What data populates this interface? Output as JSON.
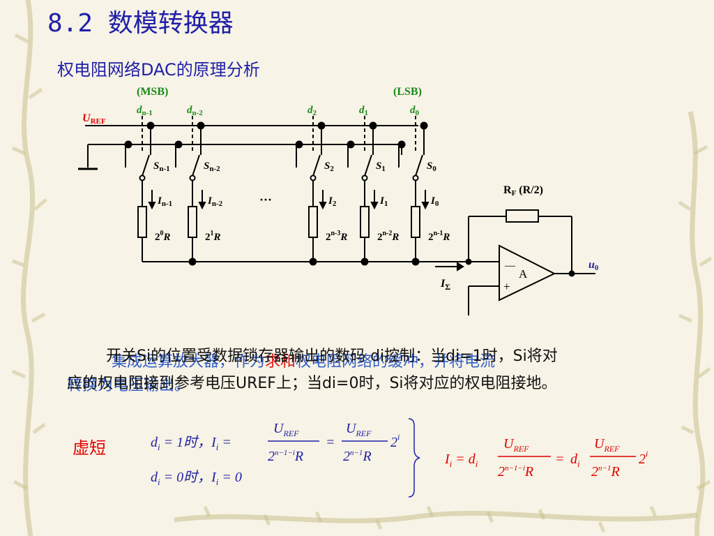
{
  "title": "8.2 数模转换器",
  "subtitle": "权电阻网络DAC的原理分析",
  "circuit": {
    "msb_label": "(MSB)",
    "lsb_label": "(LSB)",
    "uref_label": "U",
    "uref_sub": "REF",
    "bits": [
      {
        "d": "d",
        "dsub": "n-1",
        "s": "S",
        "ssub": "n-1",
        "i": "I",
        "isub": "n-1",
        "r_base": "2",
        "r_exp": "0",
        "r_unit": "R"
      },
      {
        "d": "d",
        "dsub": "n-2",
        "s": "S",
        "ssub": "n-2",
        "i": "I",
        "isub": "n-2",
        "r_base": "2",
        "r_exp": "1",
        "r_unit": "R"
      },
      {
        "d": "d",
        "dsub": "2",
        "s": "S",
        "ssub": "2",
        "i": "I",
        "isub": "2",
        "r_base": "2",
        "r_exp": "n-3",
        "r_unit": "R"
      },
      {
        "d": "d",
        "dsub": "1",
        "s": "S",
        "ssub": "1",
        "i": "I",
        "isub": "1",
        "r_base": "2",
        "r_exp": "n-2",
        "r_unit": "R"
      },
      {
        "d": "d",
        "dsub": "0",
        "s": "S",
        "ssub": "0",
        "i": "I",
        "isub": "0",
        "r_base": "2",
        "r_exp": "n-1",
        "r_unit": "R"
      }
    ],
    "ellipsis": "···",
    "rf_label": "R",
    "rf_sub": "F",
    "rf_value": " (R/2)",
    "opamp_label": "A",
    "opamp_minus": "—",
    "opamp_plus": "+",
    "isum_label": "I",
    "isum_sub": "Σ",
    "output_label": "u",
    "output_sub": "0"
  },
  "para_blue_line1": "集成运算放大器，作为",
  "para_blue_red": "求和",
  "para_blue_line1b": "权电阻网络的缓冲，并将电流",
  "para_blue_line2": "转换为电压输出。",
  "para_black_line1": "开关Si的位置受数据锁存器输出的数码 di控制：当di=1时，Si将对",
  "para_black_line2": "应的权电阻接到参考电压UREF上；当di=0时，Si将对应的权电阻接地。",
  "virtual_short": "虚短",
  "formulas": {
    "line1_cond": "d",
    "line1_cond_sub": "i",
    "line1_eq": " = 1时，",
    "line2_eq": " = 0时，",
    "i_sym": "I",
    "i_sub": "i",
    "zero": "0",
    "u": "U",
    "ref": "REF",
    "den1": "2",
    "den1_exp": "n−1−i",
    "den2_exp": "n−1",
    "r": "R",
    "two": "2",
    "exp_i": "i"
  }
}
